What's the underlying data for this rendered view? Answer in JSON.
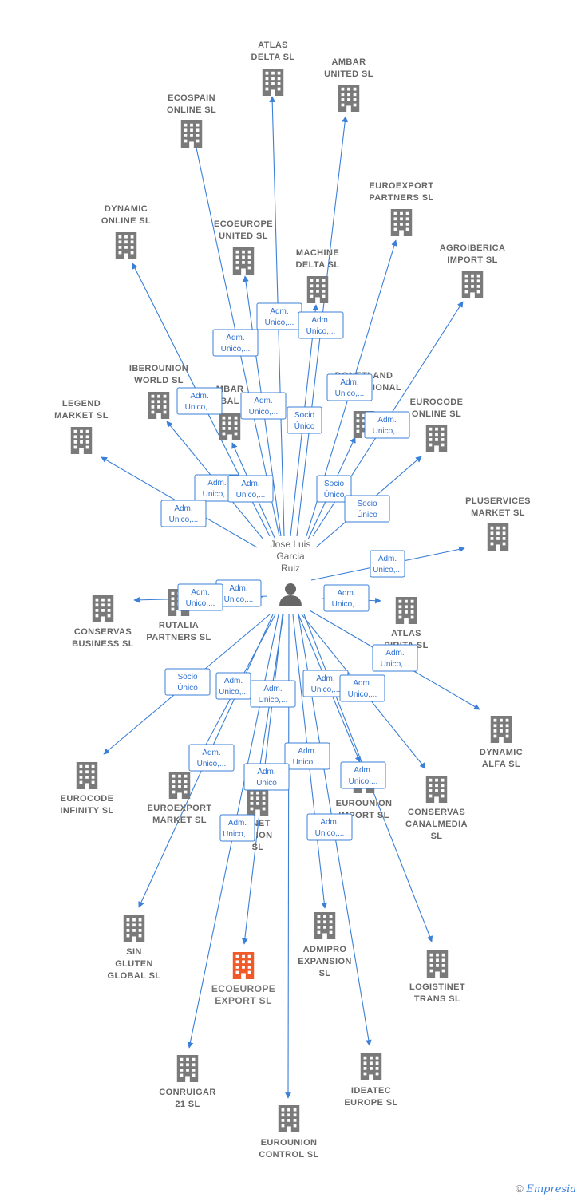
{
  "center": {
    "name_lines": [
      "Jose Luis",
      "Garcia",
      "Ruiz"
    ],
    "icon": "person-icon"
  },
  "colors": {
    "edge": "#3a7fd8",
    "building": "#7a7a7a",
    "building_highlight": "#f05a28",
    "label": "#666666"
  },
  "companies": [
    {
      "id": "atlas-delta",
      "lines": [
        "ATLAS",
        "DELTA  SL"
      ]
    },
    {
      "id": "ambar-united",
      "lines": [
        "AMBAR",
        "UNITED  SL"
      ]
    },
    {
      "id": "ecospain-online",
      "lines": [
        "ECOSPAIN",
        "ONLINE  SL"
      ]
    },
    {
      "id": "euroexport-partners",
      "lines": [
        "EUROEXPORT",
        "PARTNERS  SL"
      ]
    },
    {
      "id": "dynamic-online",
      "lines": [
        "DYNAMIC",
        "ONLINE  SL"
      ]
    },
    {
      "id": "ecoeurope-united",
      "lines": [
        "ECOEUROPE",
        "UNITED  SL"
      ]
    },
    {
      "id": "machine-delta",
      "lines": [
        "MACHINE",
        "DELTA  SL"
      ]
    },
    {
      "id": "agroiberica-import",
      "lines": [
        "AGROIBERICA",
        "IMPORT  SL"
      ]
    },
    {
      "id": "iberounion-world",
      "lines": [
        "IBEROUNION",
        "WORLD  SL"
      ]
    },
    {
      "id": "ambar-global",
      "lines": [
        "MBAR",
        "BAL"
      ]
    },
    {
      "id": "donetland",
      "lines": [
        "DONETLAND",
        "INTERNATIONAL"
      ]
    },
    {
      "id": "legend-market",
      "lines": [
        "LEGEND",
        "MARKET  SL"
      ]
    },
    {
      "id": "eurocode-online",
      "lines": [
        "EUROCODE",
        "ONLINE  SL"
      ]
    },
    {
      "id": "pluservices-market",
      "lines": [
        "PLUSERVICES",
        "MARKET  SL"
      ]
    },
    {
      "id": "conservas-business",
      "lines": [
        "CONSERVAS",
        "BUSINESS  SL"
      ]
    },
    {
      "id": "rutalia-partners",
      "lines": [
        "RUTALIA",
        "PARTNERS  SL"
      ]
    },
    {
      "id": "atlas-pirita",
      "lines": [
        "ATLAS",
        "PIRITA  SL"
      ]
    },
    {
      "id": "dynamic-alfa",
      "lines": [
        "DYNAMIC",
        "ALFA  SL"
      ]
    },
    {
      "id": "eurocode-infinity",
      "lines": [
        "EUROCODE",
        "INFINITY  SL"
      ]
    },
    {
      "id": "euroexport-market",
      "lines": [
        "EUROEXPORT",
        "MARKET  SL"
      ]
    },
    {
      "id": "internet-expansion",
      "lines": [
        "RNET",
        "NSION",
        "SL"
      ]
    },
    {
      "id": "eurounion-import",
      "lines": [
        "EUROUNION",
        "IMPORT  SL"
      ]
    },
    {
      "id": "conservas-canalmedia",
      "lines": [
        "CONSERVAS",
        "CANALMEDIA",
        "SL"
      ]
    },
    {
      "id": "sin-gluten-global",
      "lines": [
        "SIN",
        "GLUTEN",
        "GLOBAL  SL"
      ]
    },
    {
      "id": "ecoeurope-export",
      "lines": [
        "ECOEUROPE",
        "EXPORT  SL"
      ],
      "highlight": true
    },
    {
      "id": "admipro-expansion",
      "lines": [
        "ADMIPRO",
        "EXPANSION",
        "SL"
      ]
    },
    {
      "id": "logistinet-trans",
      "lines": [
        "LOGISTINET",
        "TRANS  SL"
      ]
    },
    {
      "id": "conruigar-21",
      "lines": [
        "CONRUIGAR",
        "21  SL"
      ]
    },
    {
      "id": "ideatec-europe",
      "lines": [
        "IDEATEC",
        "EUROPE  SL"
      ]
    },
    {
      "id": "eurounion-control",
      "lines": [
        "EUROUNION",
        "CONTROL  SL"
      ]
    }
  ],
  "edge_labels": [
    [
      "Adm.",
      "Unico,..."
    ],
    [
      "Adm.",
      "Unico,..."
    ],
    [
      "Adm.",
      "Unico,..."
    ],
    [
      "Adm.",
      "Unico,..."
    ],
    [
      "Socio",
      "Único"
    ],
    [
      "Adm.",
      "Unico,..."
    ],
    [
      "Adm.",
      "Unico,..."
    ],
    [
      "Adm.",
      "Unico,..."
    ],
    [
      "Adm.",
      "Unico,..."
    ],
    [
      "Socio",
      "Único"
    ],
    [
      "Adm.",
      "Unico,..."
    ],
    [
      "Adm.",
      "Unico,..."
    ],
    [
      "Socio",
      "Único"
    ],
    [
      "Adm.",
      "Unico,..."
    ],
    [
      "Adm.",
      "Unico,..."
    ],
    [
      "Adm.",
      "Unico,..."
    ],
    [
      "Adm.",
      "Unico,..."
    ],
    [
      "Adm.",
      "Unico,..."
    ],
    [
      "Socio",
      "Único"
    ],
    [
      "Adm.",
      "Unico,..."
    ],
    [
      "Adm.",
      "Unico,..."
    ],
    [
      "Adm.",
      "Unico,..."
    ],
    [
      "Adm.",
      "Unico,..."
    ],
    [
      "Adm.",
      "Unico,..."
    ],
    [
      "Adm.",
      "Unico,..."
    ],
    [
      "Adm.",
      "Unico"
    ],
    [
      "Adm.",
      "Unico,..."
    ],
    [
      "Adm.",
      "Unico,..."
    ],
    [
      "Adm.",
      "Unico,..."
    ]
  ],
  "credits": {
    "copyright": "©",
    "brand": "Empresia"
  }
}
